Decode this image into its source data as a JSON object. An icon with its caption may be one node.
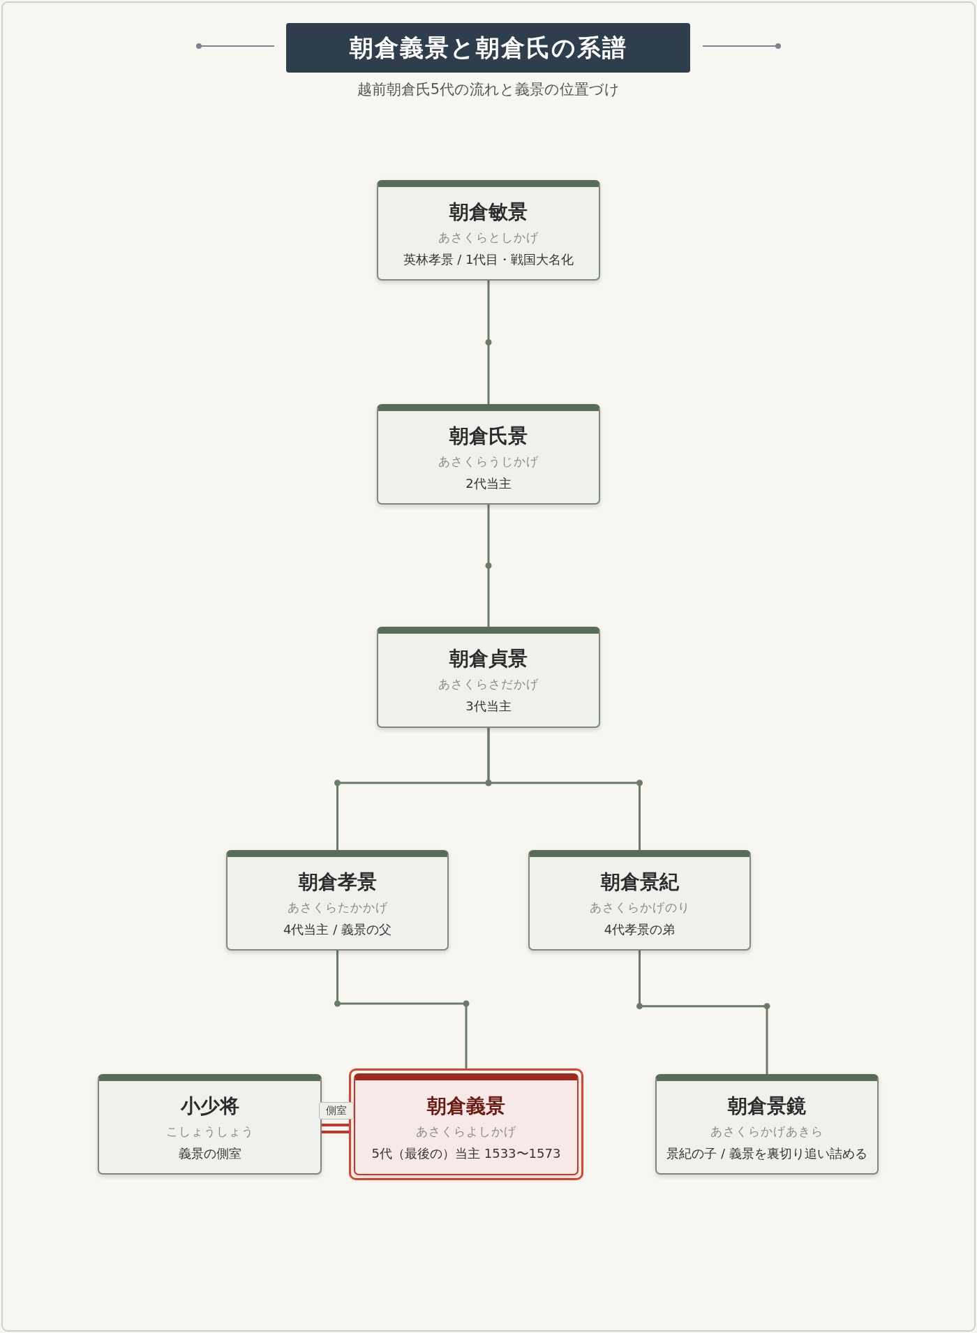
{
  "diagram": {
    "title": "朝倉義景と朝倉氏の系譜",
    "caption": "越前朝倉氏5代の流れと義景の位置づけ",
    "nodes": [
      {
        "text": [
          "朝倉敏景",
          "あさくらとしかげ",
          "英林孝景 / 1代目・戦国大名化"
        ]
      },
      {
        "text": [
          "朝倉氏景",
          "あさくらうじかげ",
          "2代当主"
        ]
      },
      {
        "text": [
          "朝倉貞景",
          "あさくらさだかげ",
          "3代当主"
        ]
      },
      {
        "text": [
          "朝倉孝景",
          "あさくらたかかげ",
          "4代当主 / 義景の父"
        ]
      },
      {
        "text": [
          "朝倉景紀",
          "あさくらかげのり",
          "4代孝景の弟"
        ]
      },
      {
        "text": [
          "小少将",
          "こしょうしょう",
          "義景の側室"
        ]
      },
      {
        "text": [
          "朝倉義景",
          "あさくらよしかげ",
          "5代（最後の）当主 1533〜1573"
        ]
      },
      {
        "text": [
          "朝倉景鏡",
          "あさくらかげあきら",
          "景紀の子 / 義景を裏切り追い詰める"
        ]
      }
    ],
    "edges": [
      {
        "from": 0,
        "to": 1,
        "arrow": "none"
      },
      {
        "from": 1,
        "to": 2,
        "arrow": "none"
      },
      {
        "from": 2,
        "to": 3,
        "arrow": "none"
      },
      {
        "from": 2,
        "to": 4,
        "arrow": "none"
      },
      {
        "from": 3,
        "to": 6,
        "arrow": "none"
      },
      {
        "from": 4,
        "to": 7,
        "arrow": "none"
      },
      {
        "from": 5,
        "to": 6,
        "arrow": "none",
        "label": "側室",
        "style": "thick",
        "color": "#c0392b"
      }
    ]
  }
}
